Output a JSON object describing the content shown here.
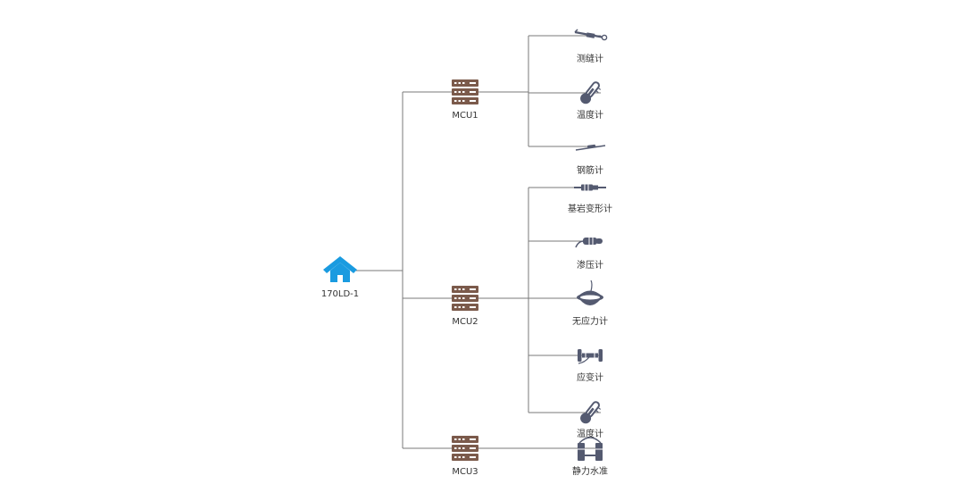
{
  "colors": {
    "root": "#1a9be0",
    "mcu": "#7b5a4b",
    "sensor": "#545a70",
    "line": "#7a7a7a"
  },
  "root": {
    "label": "170LD-1",
    "icon": "house-icon"
  },
  "mcus": [
    {
      "label": "MCU1",
      "icon": "server-rack-icon",
      "sensors": [
        {
          "label": "测缝计",
          "icon": "crack-meter-icon"
        },
        {
          "label": "温度计",
          "icon": "thermometer-icon"
        },
        {
          "label": "钢筋计",
          "icon": "rebar-meter-icon"
        }
      ]
    },
    {
      "label": "MCU2",
      "icon": "server-rack-icon",
      "sensors": [
        {
          "label": "基岩变形计",
          "icon": "bedrock-extensometer-icon"
        },
        {
          "label": "渗压计",
          "icon": "piezometer-icon"
        },
        {
          "label": "无应力计",
          "icon": "no-stress-meter-icon"
        },
        {
          "label": "应变计",
          "icon": "strain-gauge-icon"
        },
        {
          "label": "温度计",
          "icon": "thermometer-icon"
        }
      ]
    },
    {
      "label": "MCU3",
      "icon": "server-rack-icon",
      "sensors": [
        {
          "label": "静力水准",
          "icon": "static-level-icon"
        }
      ]
    }
  ]
}
